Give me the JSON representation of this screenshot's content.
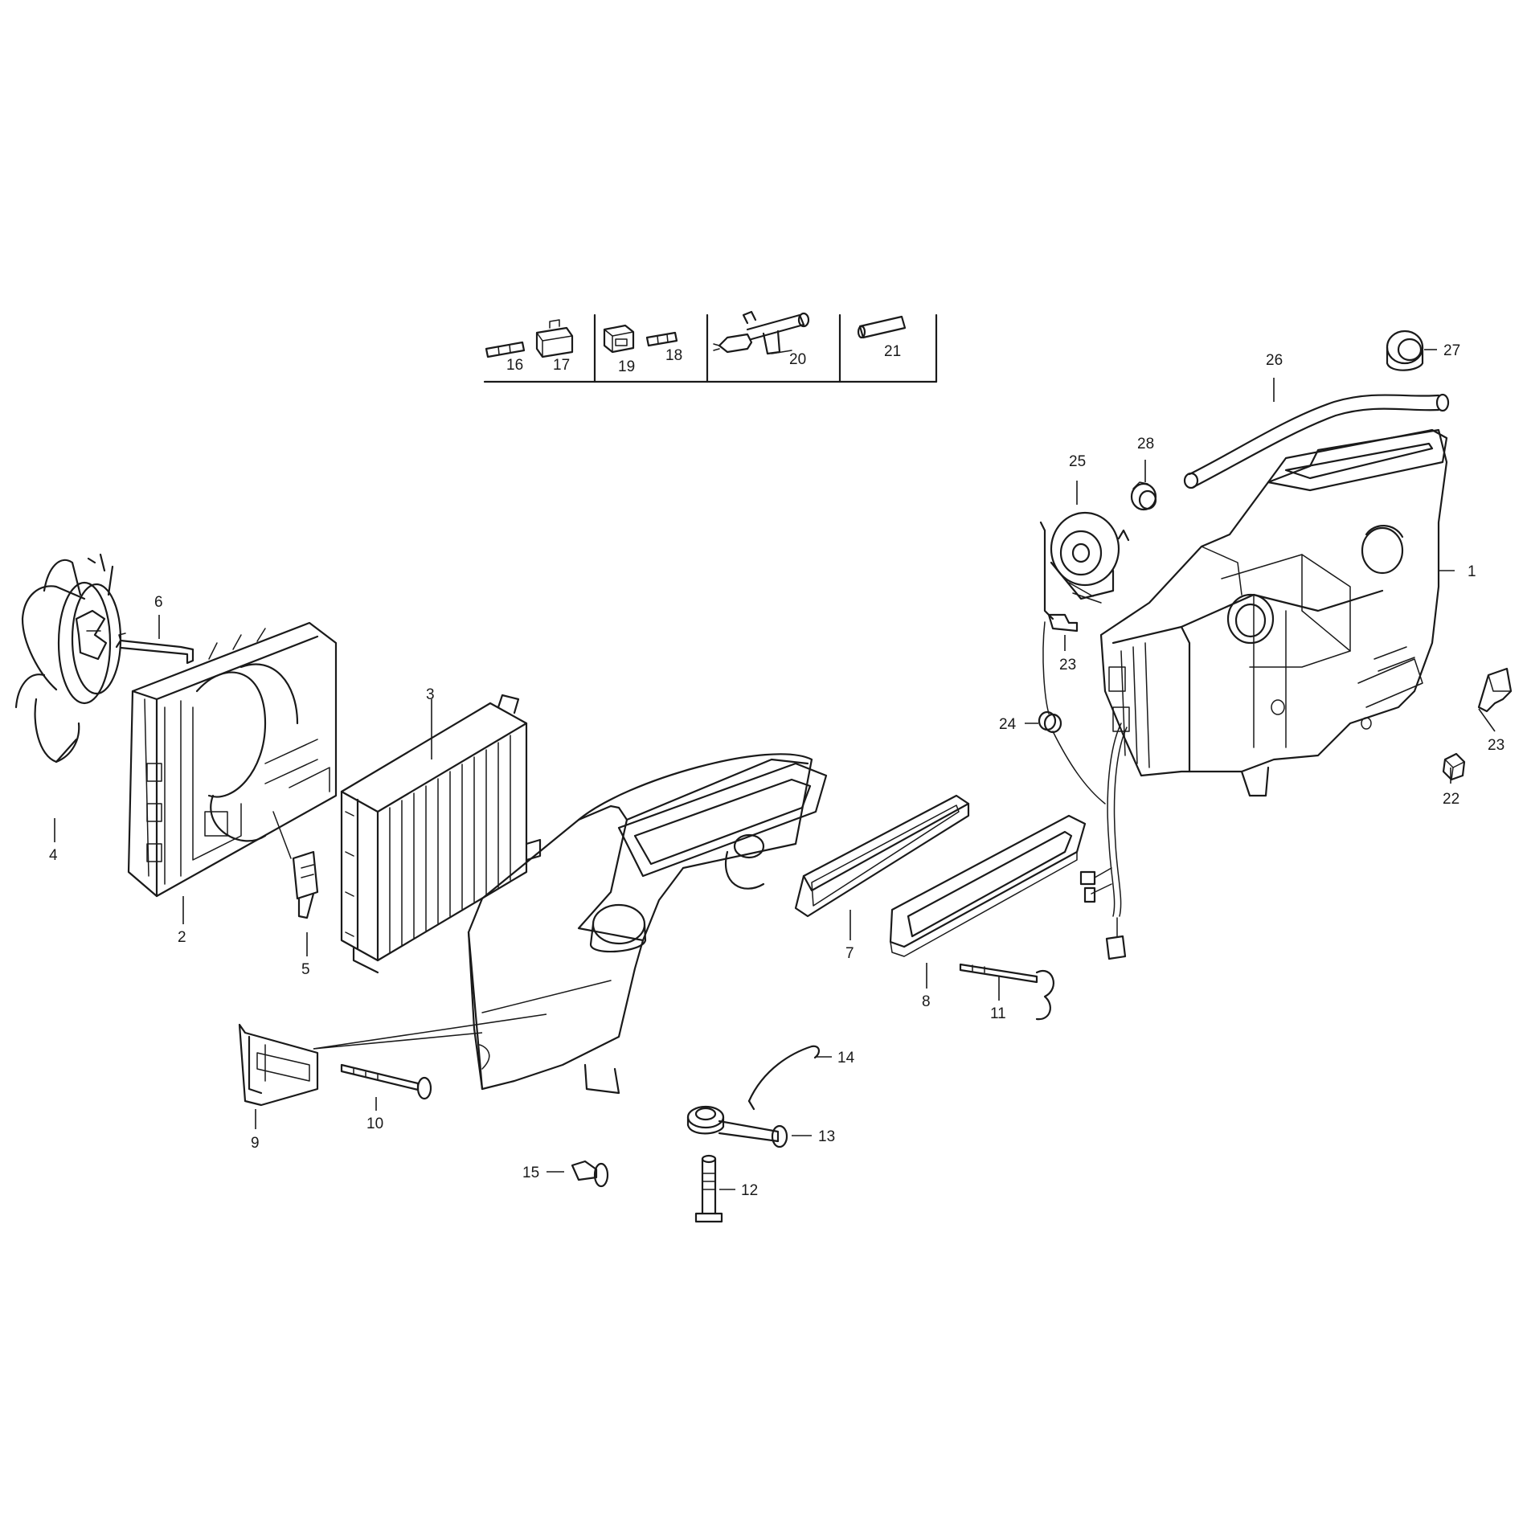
{
  "callouts": [
    {
      "id": "1",
      "text": "1"
    },
    {
      "id": "2",
      "text": "2"
    },
    {
      "id": "3",
      "text": "3"
    },
    {
      "id": "4",
      "text": "4"
    },
    {
      "id": "5",
      "text": "5"
    },
    {
      "id": "6",
      "text": "6"
    },
    {
      "id": "7",
      "text": "7"
    },
    {
      "id": "8",
      "text": "8"
    },
    {
      "id": "9",
      "text": "9"
    },
    {
      "id": "10",
      "text": "10"
    },
    {
      "id": "11",
      "text": "11"
    },
    {
      "id": "12",
      "text": "12"
    },
    {
      "id": "13",
      "text": "13"
    },
    {
      "id": "14",
      "text": "14"
    },
    {
      "id": "15",
      "text": "15"
    },
    {
      "id": "16",
      "text": "16"
    },
    {
      "id": "17",
      "text": "17"
    },
    {
      "id": "18",
      "text": "18"
    },
    {
      "id": "19",
      "text": "19"
    },
    {
      "id": "20",
      "text": "20"
    },
    {
      "id": "21",
      "text": "21"
    },
    {
      "id": "22",
      "text": "22"
    },
    {
      "id": "23a",
      "text": "23"
    },
    {
      "id": "23b",
      "text": "23"
    },
    {
      "id": "24",
      "text": "24"
    },
    {
      "id": "25",
      "text": "25"
    },
    {
      "id": "26",
      "text": "26"
    },
    {
      "id": "27",
      "text": "27"
    },
    {
      "id": "28",
      "text": "28"
    }
  ]
}
